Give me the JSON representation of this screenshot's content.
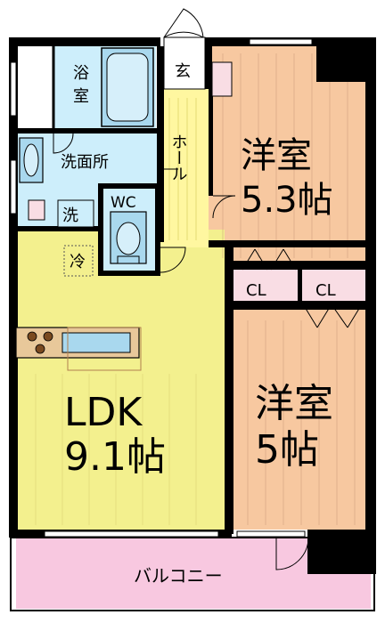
{
  "rooms": {
    "bath": {
      "label_line1": "浴",
      "label_line2": "室"
    },
    "washroom": {
      "label": "洗面所"
    },
    "entrance": {
      "label": "玄"
    },
    "hall": {
      "label": "ホール"
    },
    "wc": {
      "label": "WC"
    },
    "washer": {
      "label": "洗"
    },
    "fridge": {
      "label": "冷"
    },
    "bedroom_top": {
      "label_line1": "洋室",
      "label_line2": "5.3帖"
    },
    "closet_left": {
      "label": "CL"
    },
    "closet_right": {
      "label": "CL"
    },
    "ldk": {
      "label_line1": "LDK",
      "label_line2": "9.1帖"
    },
    "bedroom_bottom": {
      "label_line1": "洋室",
      "label_line2": "5帖"
    },
    "balcony": {
      "label": "バルコニー"
    }
  },
  "colors": {
    "wall": "#000000",
    "bedroom": "#f7c8a0",
    "ldk": "#f3f08e",
    "wet_area": "#cdeefb",
    "closet": "#f9dde4",
    "balcony": "#f8c8e0",
    "hall_floor": "#fff7a0"
  }
}
